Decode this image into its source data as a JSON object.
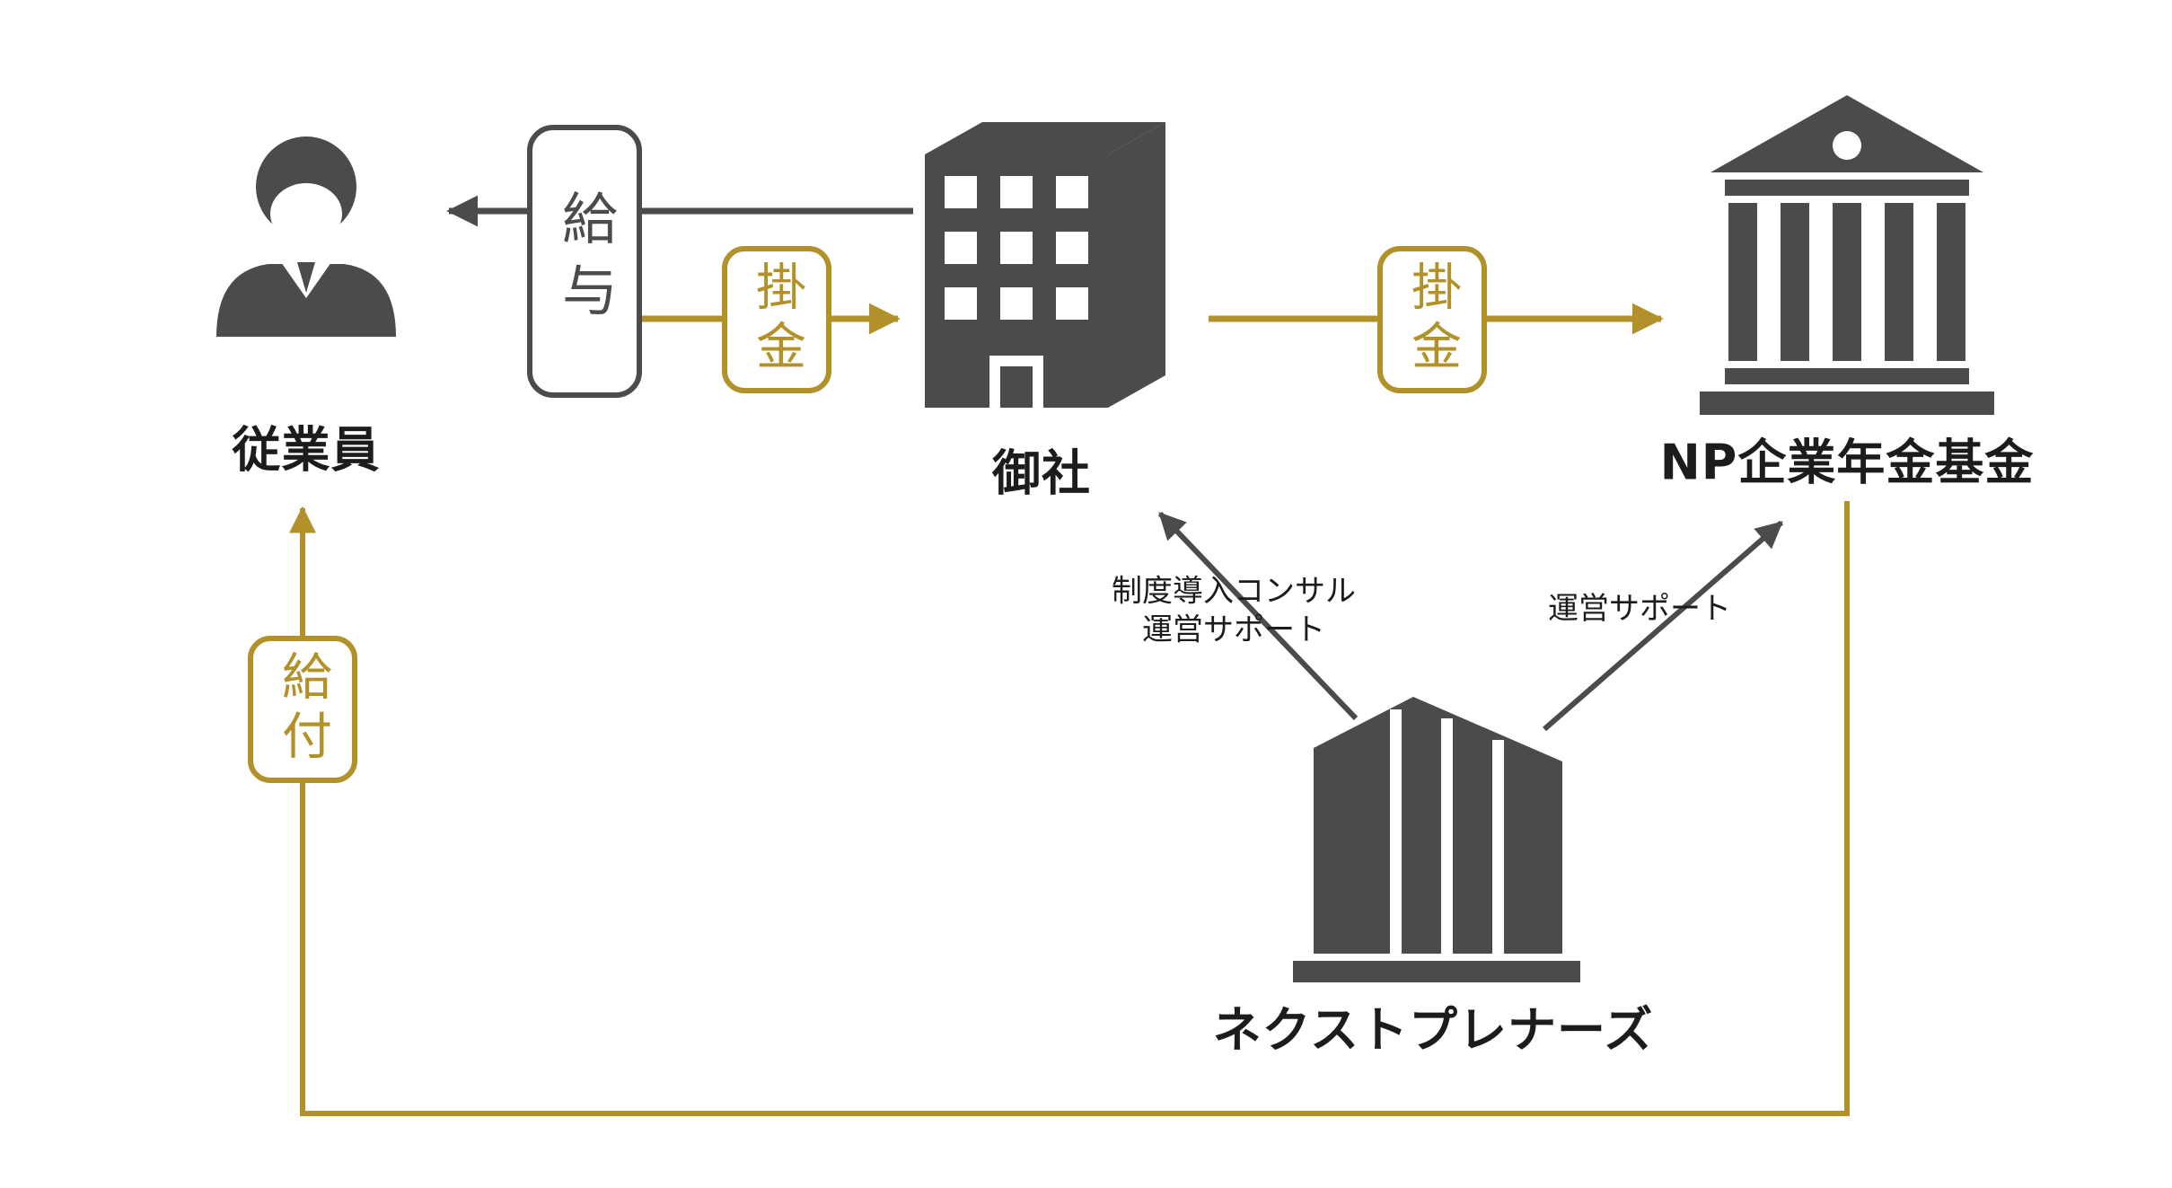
{
  "diagram": {
    "nodes": {
      "employee": {
        "label": "従業員",
        "icon": "person-icon"
      },
      "company": {
        "label": "御社",
        "icon": "office-building-icon"
      },
      "pension_fund": {
        "label": "NP企業年金基金",
        "icon": "bank-icon"
      },
      "nextpreneurs": {
        "label": "ネクストプレナーズ",
        "icon": "modern-building-icon"
      }
    },
    "flows": {
      "salary": {
        "label": "給与",
        "from": "company",
        "to": "employee",
        "color": "#4b4b4d"
      },
      "employee_contribution": {
        "label": "掛金",
        "from": "employee",
        "to": "company",
        "color": "#b2912b"
      },
      "company_contribution": {
        "label": "掛金",
        "from": "company",
        "to": "pension_fund",
        "color": "#b2912b"
      },
      "benefit": {
        "label": "給付",
        "from": "pension_fund",
        "to": "employee",
        "color": "#b2912b"
      },
      "consulting": {
        "line1": "制度導入コンサル",
        "line2": "運営サポート",
        "from": "nextpreneurs",
        "to": "company",
        "color": "#4b4b4d"
      },
      "operation_support": {
        "label": "運営サポート",
        "from": "nextpreneurs",
        "to": "pension_fund",
        "color": "#4b4b4d"
      }
    },
    "colors": {
      "dark": "#4b4b4d",
      "gold": "#b2912b",
      "background": "#ffffff"
    }
  }
}
